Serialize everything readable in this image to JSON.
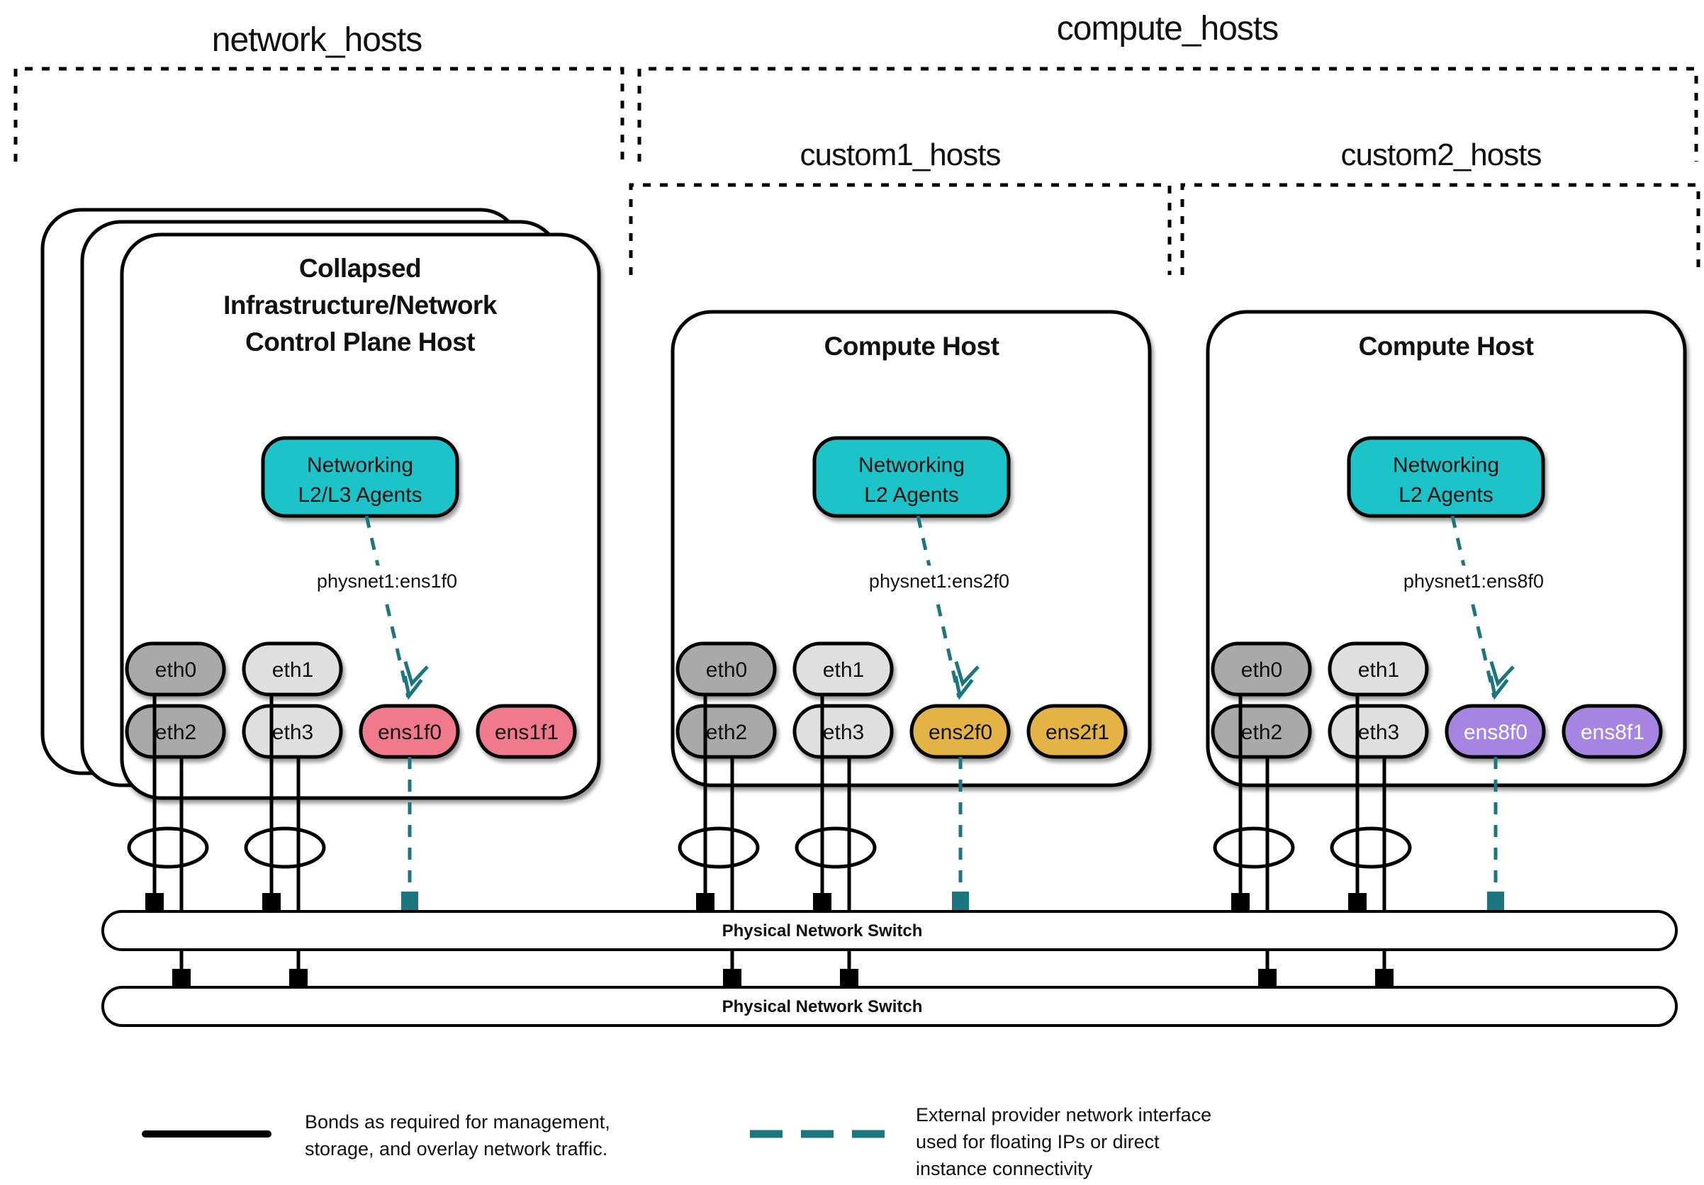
{
  "colors": {
    "teal_fill": "#1fc3c9",
    "teal_dark": "#1b7680",
    "pink": "#f0798c",
    "gold": "#e4b345",
    "purple": "#a584e2",
    "gray_dark": "#a9a9a9",
    "gray_light": "#dfdfdf"
  },
  "groups": {
    "network": {
      "label": "network_hosts"
    },
    "compute": {
      "label": "compute_hosts"
    },
    "custom1": {
      "label": "custom1_hosts"
    },
    "custom2": {
      "label": "custom2_hosts"
    }
  },
  "hosts": [
    {
      "title_lines": [
        "Collapsed",
        "Infrastructure/Network",
        "Control Plane Host"
      ],
      "agent_lines": [
        "Networking",
        "L2/L3 Agents"
      ],
      "physnet_label": "physnet1:ens1f0",
      "nics": [
        "eth0",
        "eth1",
        "eth2",
        "eth3",
        "ens1f0",
        "ens1f1"
      ]
    },
    {
      "title_lines": [
        "Compute Host"
      ],
      "agent_lines": [
        "Networking",
        "L2 Agents"
      ],
      "physnet_label": "physnet1:ens2f0",
      "nics": [
        "eth0",
        "eth1",
        "eth2",
        "eth3",
        "ens2f0",
        "ens2f1"
      ]
    },
    {
      "title_lines": [
        "Compute Host"
      ],
      "agent_lines": [
        "Networking",
        "L2 Agents"
      ],
      "physnet_label": "physnet1:ens8f0",
      "nics": [
        "eth0",
        "eth1",
        "eth2",
        "eth3",
        "ens8f0",
        "ens8f1"
      ]
    }
  ],
  "switches": [
    {
      "label": "Physical Network Switch"
    },
    {
      "label": "Physical Network Switch"
    }
  ],
  "legend": {
    "bond_lines": [
      "Bonds as required for management,",
      "storage, and overlay network traffic."
    ],
    "external_lines": [
      "External provider network interface",
      "used for floating IPs or direct",
      "instance connectivity"
    ]
  }
}
